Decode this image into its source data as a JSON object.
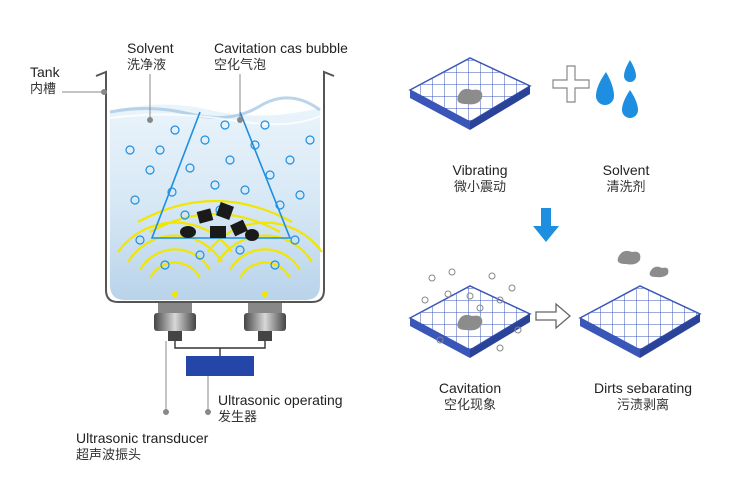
{
  "left_diagram": {
    "tank": {
      "en": "Tank",
      "zh": "内槽"
    },
    "solvent": {
      "en": "Solvent",
      "zh": "洗净液"
    },
    "bubble": {
      "en": "Cavitation cas bubble",
      "zh": "空化气泡"
    },
    "generator": {
      "en": "Ultrasonic operating",
      "zh": "发生器"
    },
    "transducer": {
      "en": "Ultrasonic transducer",
      "zh": "超声波振头"
    }
  },
  "right_diagram": {
    "vibrating": {
      "en": "Vibrating",
      "zh": "微小震动"
    },
    "solvent": {
      "en": "Solvent",
      "zh": "清洗剂"
    },
    "cavitation": {
      "en": "Cavitation",
      "zh": "空化现象"
    },
    "dirts": {
      "en": "Dirts sebarating",
      "zh": "污渍剥离"
    }
  },
  "colors": {
    "water": "#cfe4f5",
    "accent_blue": "#1e8fe0",
    "tile_blue": "#3a56b8",
    "wave_yellow": "#f2e600",
    "device_blue": "#2446a8"
  }
}
